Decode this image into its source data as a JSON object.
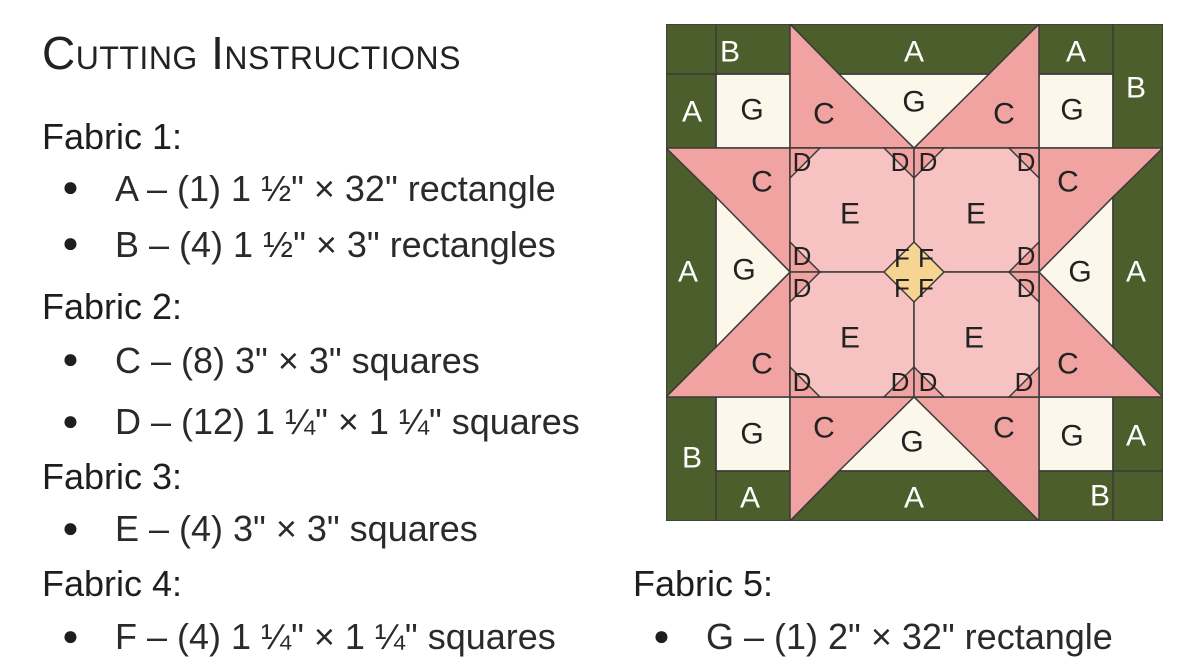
{
  "title": "Cutting Instructions",
  "colors": {
    "fabric1": "#4c5e2b",
    "fabric2": "#f0a3a1",
    "fabric3": "#f7c3c2",
    "fabric4": "#f6d592",
    "fabric5": "#fbf7ea"
  },
  "fabrics": [
    {
      "heading": "Fabric 1:",
      "items": [
        "A – (1) 1 ½\" × 32\" rectangle",
        "B – (4) 1 ½\" × 3\" rectangles"
      ]
    },
    {
      "heading": "Fabric 2:",
      "items": [
        "C – (8) 3\" × 3\" squares",
        "D – (12) 1 ¼\" × 1 ¼\" squares"
      ]
    },
    {
      "heading": "Fabric 3:",
      "items": [
        "E – (4) 3\" × 3\" squares"
      ]
    },
    {
      "heading": "Fabric 4:",
      "items": [
        "F – (4) 1 ¼\" × 1 ¼\" squares"
      ]
    },
    {
      "heading": "Fabric 5:",
      "items": [
        "G – (1) 2\" × 32\" rectangle"
      ]
    }
  ],
  "diagram_labels": {
    "A": "A",
    "B": "B",
    "C": "C",
    "D": "D",
    "E": "E",
    "F": "F",
    "G": "G"
  }
}
